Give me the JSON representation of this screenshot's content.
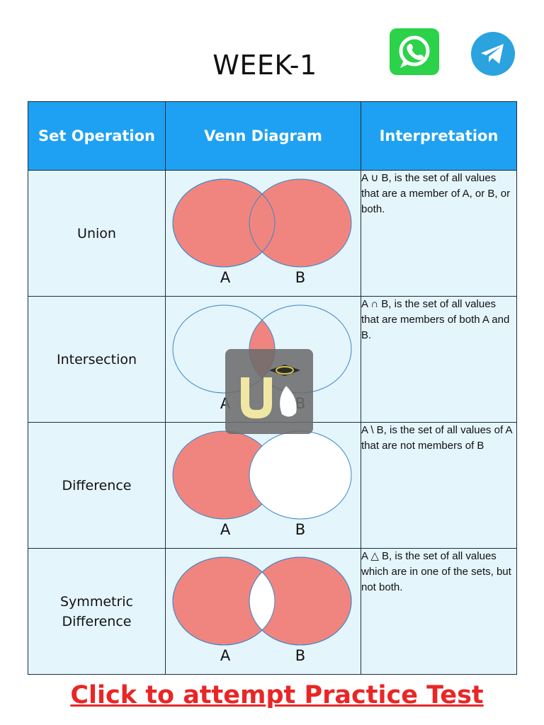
{
  "title": "WEEK-1",
  "headers": {
    "operation": "Set Operation",
    "venn": "Venn Diagram",
    "interpretation": "Interpretation"
  },
  "rows": [
    {
      "operation": "Union",
      "label_a": "A",
      "label_b": "B",
      "interpretation": "A ∪ B, is the set of all values that are a member of A, or B, or both."
    },
    {
      "operation": "Intersection",
      "label_a": "A",
      "label_b": "B",
      "interpretation": "A ∩ B, is the set of all values that are members of both A and B."
    },
    {
      "operation": "Difference",
      "label_a": "A",
      "label_b": "B",
      "interpretation": "A \\ B, is the set of all values of A that are not members of B"
    },
    {
      "operation": "Symmetric Difference",
      "label_a": "A",
      "label_b": "B",
      "interpretation": "A △ B, is the set of all values which are in one of the sets, but not both."
    }
  ],
  "cta": "Click to attempt Practice Test",
  "icons": {
    "whatsapp": "whatsapp-icon",
    "telegram": "telegram-icon",
    "watermark": "watermark-logo"
  },
  "colors": {
    "header_bg": "#1ea1f2",
    "cell_bg": "#e4f5fc",
    "shade": "#f0857f",
    "outline": "#3a86c8",
    "cta": "#e92626"
  }
}
